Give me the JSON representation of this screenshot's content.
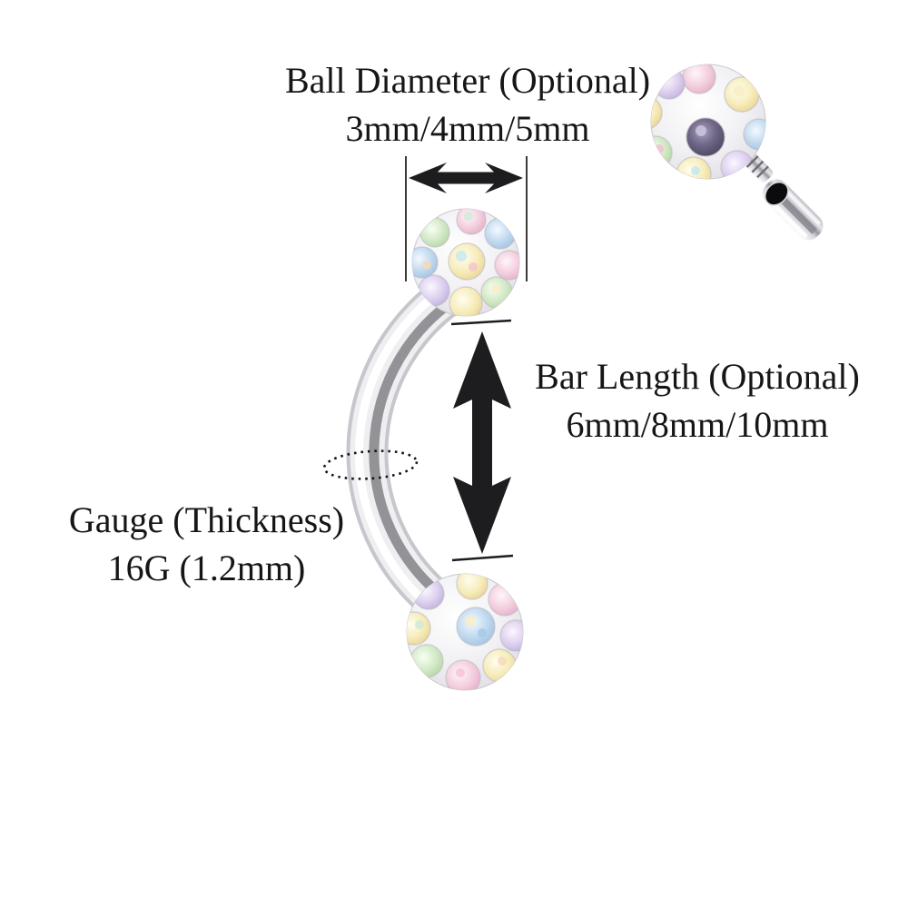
{
  "annotations": {
    "ball_diameter": {
      "label": "Ball Diameter (Optional)",
      "values": "3mm/4mm/5mm"
    },
    "bar_length": {
      "label": "Bar Length (Optional)",
      "values": "6mm/8mm/10mm"
    },
    "gauge": {
      "label": "Gauge (Thickness)",
      "values": "16G (1.2mm)"
    }
  },
  "icons": {
    "horizontal_double_arrow": "ball-diameter measurement arrow",
    "vertical_double_arrow": "bar-length measurement arrow",
    "dotted_ellipse": "gauge thickness cross-section marker"
  },
  "colors": {
    "background": "#ffffff",
    "text": "#161616",
    "arrow": "#1d1d1f",
    "extent_line": "#3a3a3a",
    "metal_light": "#efeff2",
    "metal_edge": "#d7d7db",
    "metal_dark_stripe": "#87878d",
    "ball_base": "#f1f0f3",
    "gem_yellow": "#f3e6ae",
    "gem_pink": "#f1c9da",
    "gem_blue": "#bcd5ec",
    "gem_green": "#cfe6c4",
    "gem_lavender": "#d9cdeb",
    "inset_center_gem": "#57506a",
    "threaded_hole": "#0b0b0d"
  }
}
